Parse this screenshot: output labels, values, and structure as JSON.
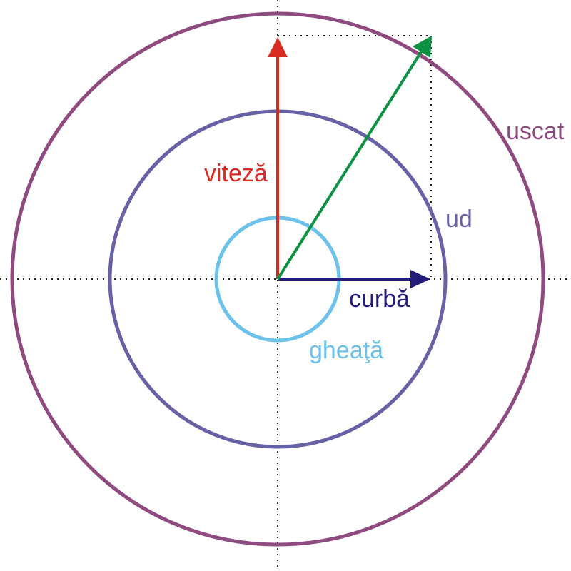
{
  "labels": {
    "speed": "viteză",
    "curve": "curbă",
    "dry": "uscat",
    "wet": "ud",
    "ice": "gheaţă"
  },
  "colors": {
    "dry": "#8f4a80",
    "wet": "#6762a5",
    "ice": "#6cc2eb",
    "speed": "#d82b22",
    "curve": "#231c7a",
    "resultant": "#0d9142",
    "guide": "#222222"
  }
}
